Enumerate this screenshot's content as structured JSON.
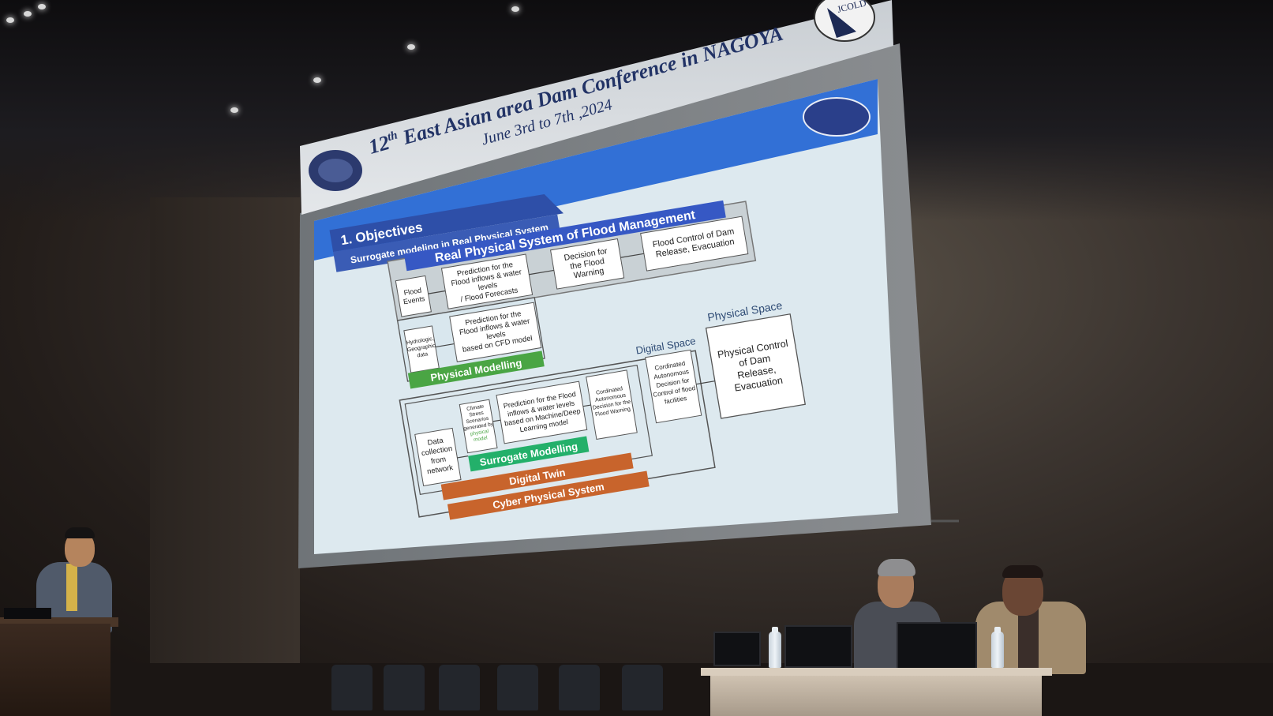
{
  "banner": {
    "conference": "12th East Asian area Dam Conference in NAGOYA",
    "conference_pre": "12",
    "conference_sup": "th",
    "conference_post": " East Asian area Dam Conference in NAGOYA",
    "dates": "June 3rd to 7th ,2024",
    "jcold": "JCOLD"
  },
  "slide": {
    "title": "1. Objectives",
    "subtitle": "Surrogate modeling in Real Physical System",
    "top_header": "Real Physical System of Flood Management",
    "box_flood_events": [
      "Flood",
      "Events"
    ],
    "box_prediction_top": [
      "Prediction for the",
      "Flood inflows & water",
      "levels",
      "/ Flood Forecasts"
    ],
    "box_decision": [
      "Decision for",
      "the Flood",
      "Warning"
    ],
    "box_flood_control": [
      "Flood Control of Dam",
      "Release, Evacuation"
    ],
    "box_hydrologic": [
      "Hydrologic,",
      "Geographic",
      "data"
    ],
    "box_prediction_cfd": [
      "Prediction for the",
      "Flood inflows & water",
      "levels",
      "based on CFD model"
    ],
    "label_physical_modelling": "Physical Modelling",
    "label_digital_space": "Digital Space",
    "label_physical_space": "Physical Space",
    "box_data_collection": [
      "Data",
      "collection",
      "from",
      "network"
    ],
    "box_climate": [
      "Climate",
      "Stress",
      "Scenarios",
      "generated by",
      "physical",
      "model"
    ],
    "box_prediction_ml": [
      "Prediction for the Flood",
      "inflows & water levels",
      "based on Machine/Deep",
      "Learning model"
    ],
    "box_coordinated_warning": [
      "Cordinated",
      "Autonomous",
      "Decision for the",
      "Flood Warning"
    ],
    "box_coordinated_control": [
      "Cordinated",
      "Autonomous",
      "Decision for",
      "Control of flood",
      "facilities"
    ],
    "box_physical_control": [
      "Physical Control",
      "of Dam",
      "Release,",
      "Evacuation"
    ],
    "label_surrogate": "Surrogate Modelling",
    "label_digital_twin": "Digital Twin",
    "label_cyber": "Cyber Physical System"
  },
  "colors": {
    "blue_band": "#2f6fd6",
    "title_bar": "#2e4fa8",
    "green": "#4aa544",
    "teal_green": "#23b06a",
    "orange": "#c8642c",
    "slide_bg": "#d9e7ee"
  }
}
